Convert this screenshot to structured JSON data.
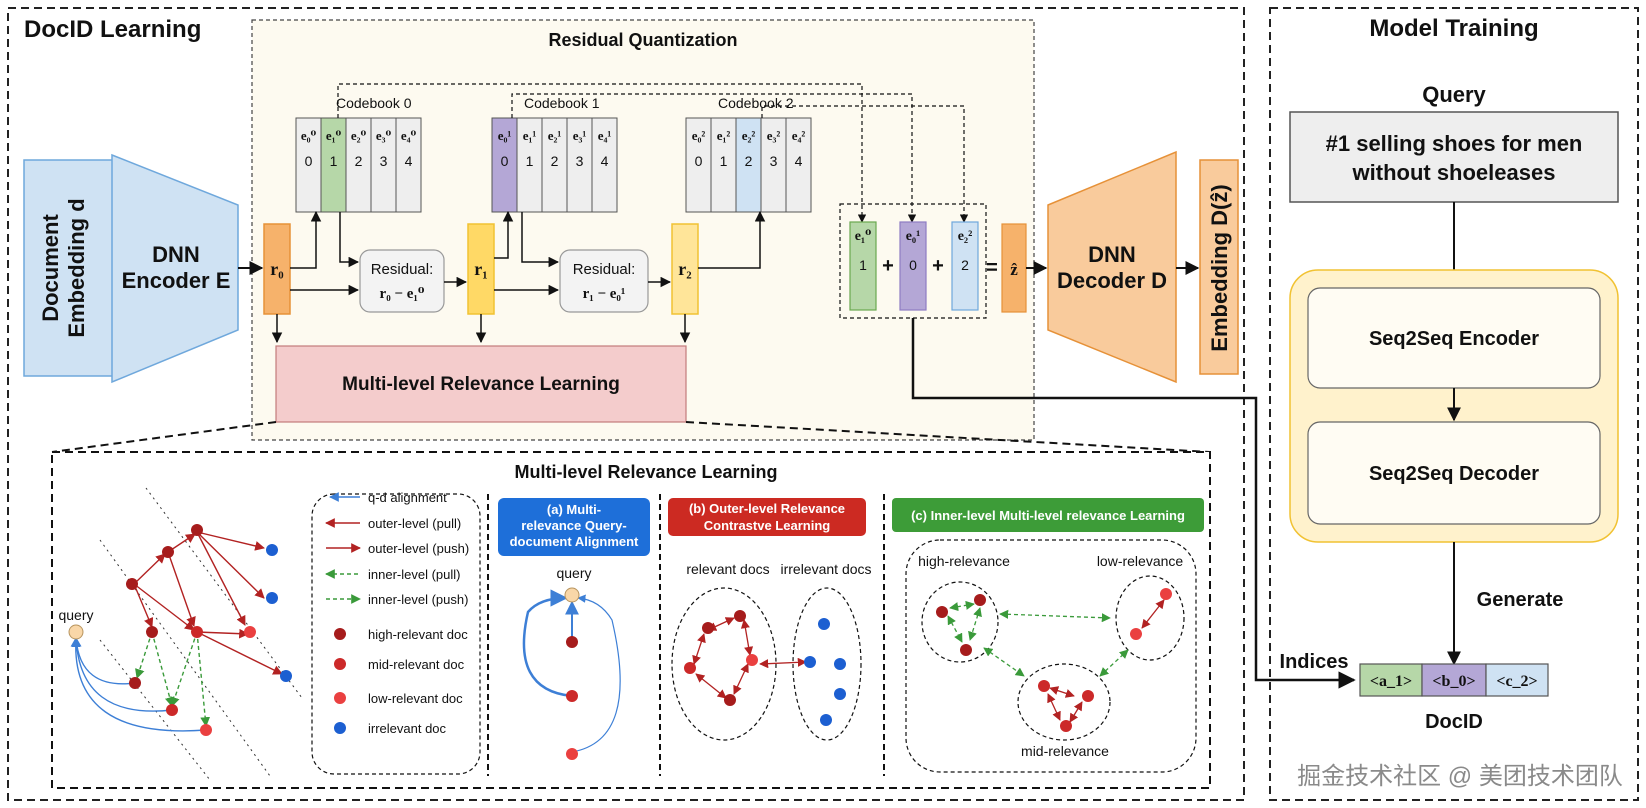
{
  "docid_learning": {
    "title": "DocID Learning",
    "document_embedding": [
      "Document",
      "Embedding d"
    ],
    "encoder": [
      "DNN",
      "Encoder E"
    ],
    "residual_quantization": "Residual Quantization",
    "codebooks": [
      {
        "label": "Codebook 0",
        "entries": [
          "e₀⁰",
          "e₁⁰",
          "e₂⁰",
          "e₃⁰",
          "e₄⁰"
        ],
        "indices": [
          "0",
          "1",
          "2",
          "3",
          "4"
        ],
        "selected": 1
      },
      {
        "label": "Codebook 1",
        "entries": [
          "e₀¹",
          "e₁¹",
          "e₂¹",
          "e₃¹",
          "e₄¹"
        ],
        "indices": [
          "0",
          "1",
          "2",
          "3",
          "4"
        ],
        "selected": 0
      },
      {
        "label": "Codebook 2",
        "entries": [
          "e₀²",
          "e₁²",
          "e₂²",
          "e₃²",
          "e₄²"
        ],
        "indices": [
          "0",
          "1",
          "2",
          "3",
          "4"
        ],
        "selected": 2
      }
    ],
    "residuals": [
      "r₀",
      "r₁",
      "r₂"
    ],
    "residual_boxes": [
      {
        "title": "Residual:",
        "expr": "r₀ − e₁⁰"
      },
      {
        "title": "Residual:",
        "expr": "r₁ − e₀¹"
      }
    ],
    "sum": {
      "terms": [
        {
          "entry": "e₁⁰",
          "index": "1"
        },
        {
          "entry": "e₀¹",
          "index": "0"
        },
        {
          "entry": "e₂²",
          "index": "2"
        }
      ],
      "plus": "+",
      "equals": "=",
      "zhat": "ẑ"
    },
    "decoder": [
      "DNN",
      "Decoder D"
    ],
    "embedding_out": "Embedding D(ẑ)",
    "mrl_label": "Multi-level Relevance Learning"
  },
  "mrl_detail": {
    "title": "Multi-level Relevance Learning",
    "query_label": "query",
    "legend": [
      "q-d alignment",
      "outer-level (pull)",
      "outer-level (push)",
      "inner-level (pull)",
      "inner-level (push)",
      "high-relevant doc",
      "mid-relevant doc",
      "low-relevant doc",
      "irrelevant doc"
    ],
    "panel_a": {
      "title": [
        "(a)  Multi-",
        "relevance Query-",
        "document Alignment"
      ],
      "query_label": "query"
    },
    "panel_b": {
      "title": [
        "(b) Outer-level Relevance",
        "Contrastve Learning"
      ],
      "relevant": "relevant docs",
      "irrelevant": "irrelevant docs"
    },
    "panel_c": {
      "title": "(c)  Inner-level Multi-level relevance Learning",
      "high": "high-relevance",
      "low": "low-relevance",
      "mid": "mid-relevance"
    }
  },
  "model_training": {
    "title": "Model Training",
    "query_label": "Query",
    "query_text": [
      "#1 selling shoes for men",
      "without shoeleases"
    ],
    "encoder": "Seq2Seq Encoder",
    "decoder": "Seq2Seq Decoder",
    "generate": "Generate",
    "indices": "Indices",
    "docid": [
      "<a_1>",
      "<b_0>",
      "<c_2>"
    ],
    "docid_label": "DocID"
  },
  "watermark": "掘金技术社区 @ 美团技术团队",
  "colors": {
    "doc_blue": "#cfe2f3",
    "encoder_blue": "#cfe2f3",
    "r0": "#f6b26b",
    "r1": "#ffd966",
    "r2": "#ffe599",
    "green": "#b6d7a8",
    "purple": "#b4a7d6",
    "cyan": "#cfe2f3",
    "decoder_orange": "#f9cb9c",
    "mrl_pink": "#f4cccc",
    "rq_bg": "#fdfaf0",
    "yellow_panel": "#fff2cc",
    "panel_a": "#1e6fd9",
    "panel_b": "#cc2a22",
    "panel_c": "#3d9c38",
    "high_doc": "#a61c1c",
    "mid_doc": "#cc2929",
    "low_doc": "#ea4040",
    "irrelevant_doc": "#1c5fd1",
    "query_dot": "#f9d7a8"
  }
}
